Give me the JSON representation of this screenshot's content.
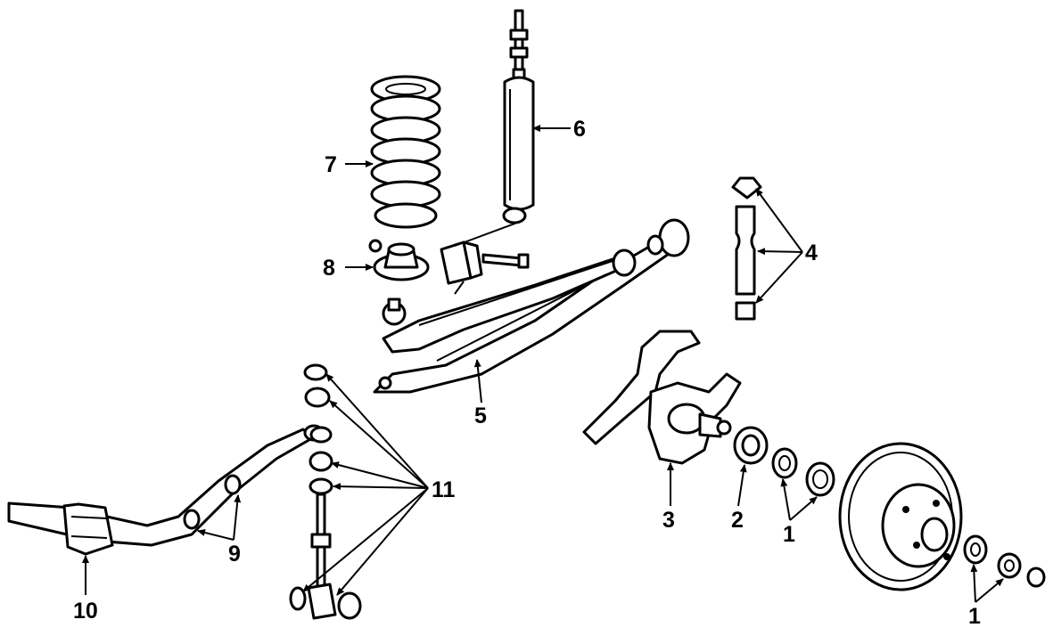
{
  "callouts": {
    "c1a": "1",
    "c1b": "1",
    "c2": "2",
    "c3": "3",
    "c4": "4",
    "c5": "5",
    "c6": "6",
    "c7": "7",
    "c8": "8",
    "c9": "9",
    "c10": "10",
    "c11": "11"
  },
  "colors": {
    "ink": "#000000",
    "paper": "#ffffff"
  }
}
